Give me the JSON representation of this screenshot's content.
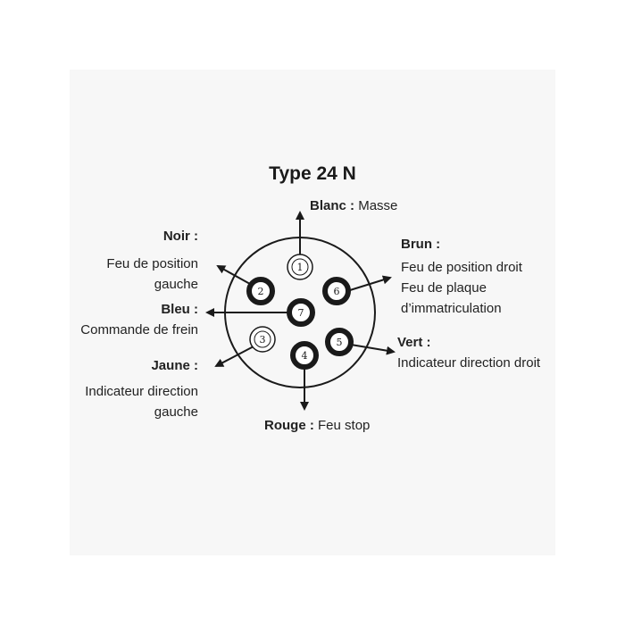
{
  "title": "Type 24 N",
  "pins": [
    {
      "number": "1",
      "color": "Blanc",
      "function": [
        "Masse"
      ],
      "style": "outline"
    },
    {
      "number": "2",
      "color": "Noir",
      "function": [
        "Feu de position",
        "gauche"
      ],
      "style": "filled"
    },
    {
      "number": "3",
      "color": "Jaune",
      "function": [
        "Indicateur direction",
        "gauche"
      ],
      "style": "outline"
    },
    {
      "number": "4",
      "color": "Rouge",
      "function": [
        "Feu stop"
      ],
      "style": "filled"
    },
    {
      "number": "5",
      "color": "Vert",
      "function": [
        "Indicateur direction droit"
      ],
      "style": "filled"
    },
    {
      "number": "6",
      "color": "Brun",
      "function": [
        "Feu de position droit",
        "Feu de plaque",
        "d’immatriculation"
      ],
      "style": "filled"
    },
    {
      "number": "7",
      "color": "Bleu",
      "function": [
        "Commande de frein"
      ],
      "style": "filled"
    }
  ],
  "colors": {
    "background": "#f7f7f7",
    "ink": "#1a1a1a"
  }
}
